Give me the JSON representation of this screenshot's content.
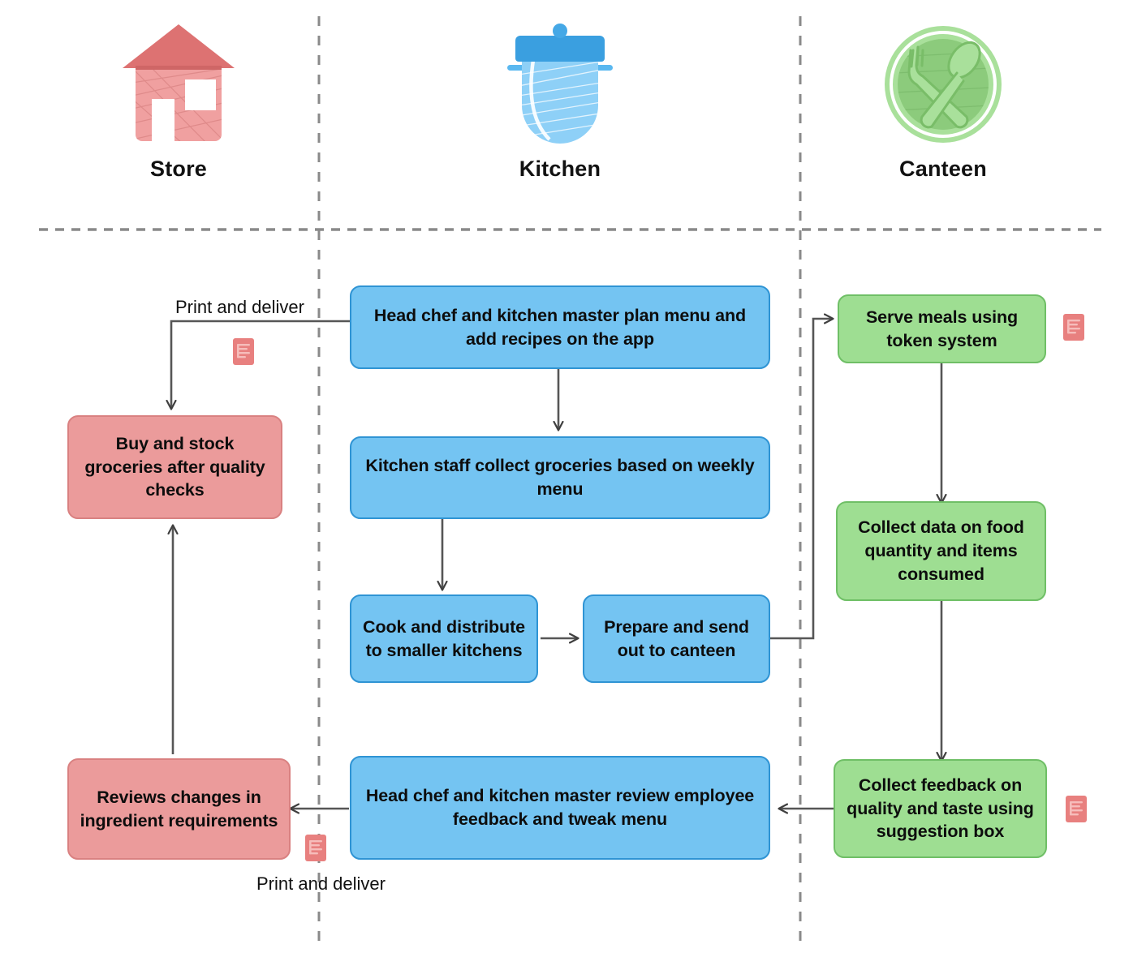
{
  "diagram": {
    "type": "swimlane-flowchart",
    "title": "Canteen / kitchen meal management process",
    "lanes": [
      {
        "id": "store",
        "label": "Store",
        "icon": "house-icon",
        "color": "#e58585"
      },
      {
        "id": "kitchen",
        "label": "Kitchen",
        "icon": "cooking-pot-icon",
        "color": "#4aabe8"
      },
      {
        "id": "canteen",
        "label": "Canteen",
        "icon": "plate-cutlery-icon",
        "color": "#8ed47f"
      }
    ],
    "nodes": [
      {
        "id": "n1",
        "lane": "kitchen",
        "color": "blue",
        "text": "Head chef and kitchen master plan menu and add recipes on the app"
      },
      {
        "id": "n2",
        "lane": "store",
        "color": "red",
        "text": "Buy and stock groceries after quality checks"
      },
      {
        "id": "n3",
        "lane": "kitchen",
        "color": "blue",
        "text": "Kitchen staff collect groceries based on weekly menu"
      },
      {
        "id": "n4",
        "lane": "kitchen",
        "color": "blue",
        "text": "Cook and distribute to smaller kitchens"
      },
      {
        "id": "n5",
        "lane": "kitchen",
        "color": "blue",
        "text": "Prepare and send out to canteen"
      },
      {
        "id": "n6",
        "lane": "canteen",
        "color": "green",
        "text": "Serve meals using token system"
      },
      {
        "id": "n7",
        "lane": "canteen",
        "color": "green",
        "text": "Collect data on food quantity and items consumed"
      },
      {
        "id": "n8",
        "lane": "canteen",
        "color": "green",
        "text": "Collect feedback on quality and taste using suggestion box"
      },
      {
        "id": "n9",
        "lane": "kitchen",
        "color": "blue",
        "text": "Head chef and kitchen master review employee feedback and tweak menu"
      },
      {
        "id": "n10",
        "lane": "store",
        "color": "red",
        "text": "Reviews changes in ingredient requirements"
      }
    ],
    "edge_labels": [
      {
        "id": "el1",
        "text": "Print and deliver"
      },
      {
        "id": "el2",
        "text": "Print and deliver"
      }
    ],
    "badges": [
      {
        "id": "b1",
        "icon": "document-icon",
        "color": "#e8807f"
      },
      {
        "id": "b2",
        "icon": "document-icon",
        "color": "#e8807f"
      },
      {
        "id": "b3",
        "icon": "document-icon",
        "color": "#e8807f"
      },
      {
        "id": "b4",
        "icon": "document-icon",
        "color": "#e8807f"
      }
    ],
    "colors": {
      "blue_fill": "#74c4f2",
      "blue_stroke": "#2f94d4",
      "green_fill": "#9ede92",
      "green_stroke": "#6fbf66",
      "red_fill": "#eb9b9b",
      "red_stroke": "#d98181",
      "lane_divider": "#8a8a8a",
      "arrow": "#4a4a4a",
      "text": "#0d0d0d"
    }
  }
}
